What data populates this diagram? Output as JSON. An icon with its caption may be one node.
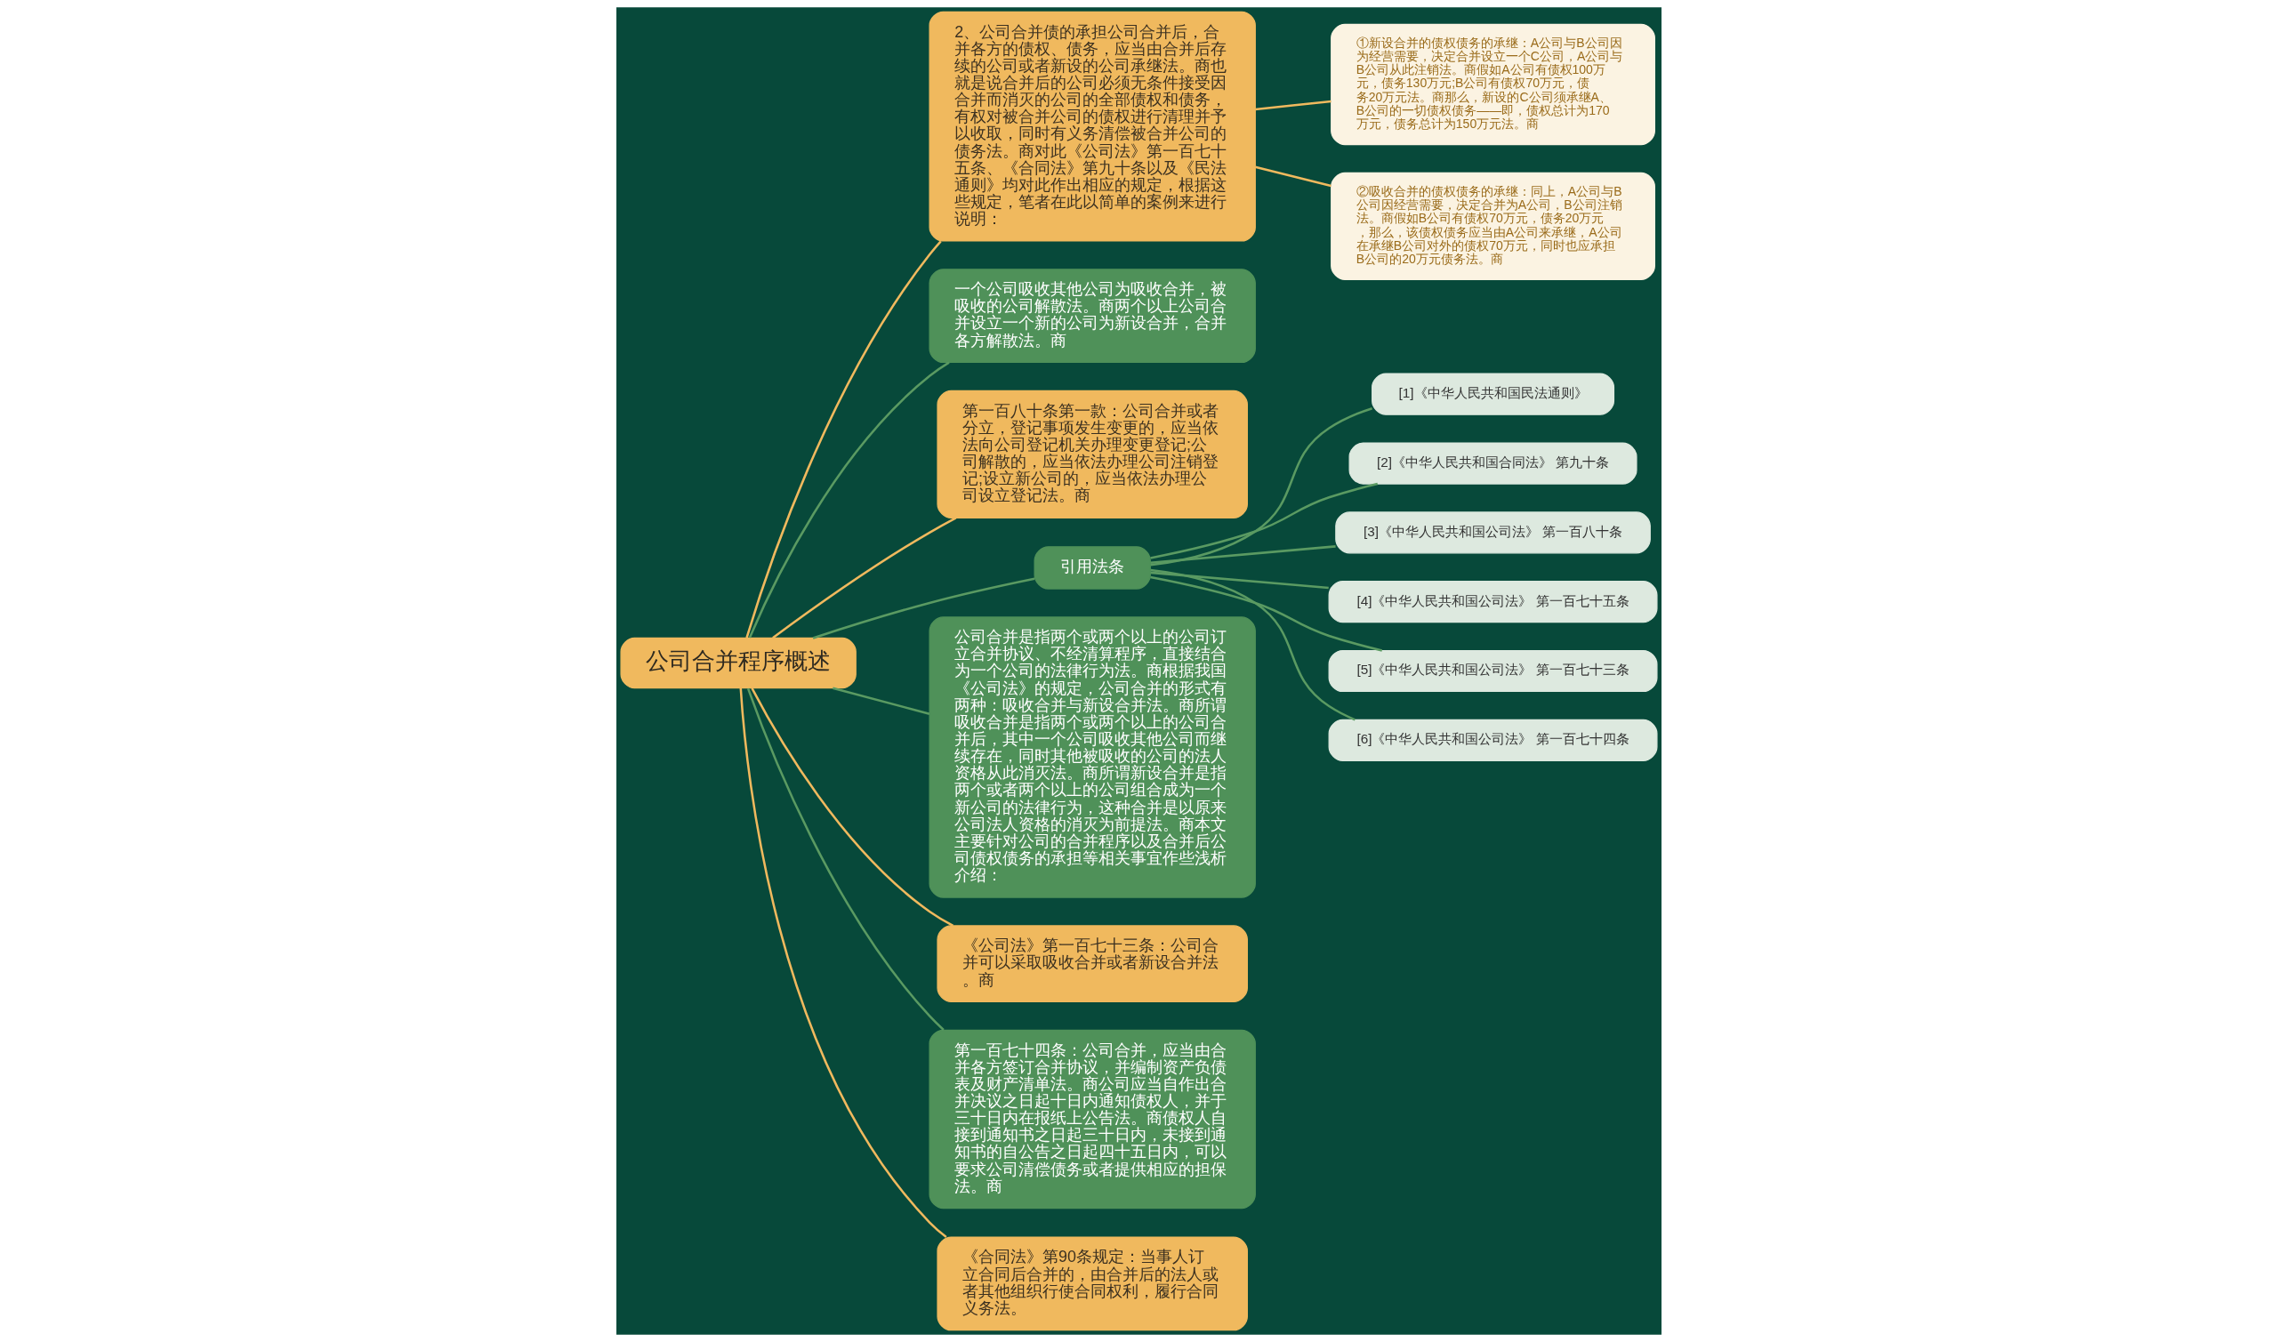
{
  "diagram": {
    "nodes": [
      {
        "text": [
          "公司合并程序概述"
        ]
      },
      {
        "text": [
          "2、公司合并债的承担公司合并后，合并各方的债权、债务，应当由合并后存续的公司或者新设的公司承继法。商也就是说合并后的公司必须无条件接受因合并而消灭的公司的全部债权和债务，有权对被合并公司的债权进行清理并予以收取，同时有义务清偿被合并公司的债务法。商对此《公司法》第一百七十五条、《合同法》第九十条以及《民法通则》均对此作出相应的规定，根据这些规定，笔者在此以简单的案例来进行说明："
        ]
      },
      {
        "text": [
          "①新设合并的债权债务的承继：A公司与B公司因为经营需要，决定合并设立一个C公司，A公司与B公司从此注销法。商假如A公司有债权100万元，债务130万元;B公司有债权70万元，债务20万元法。商那么，新设的C公司须承继A、B公司的一切债权债务——即，债权总计为170万元，债务总计为150万元法。商"
        ]
      },
      {
        "text": [
          "②吸收合并的债权债务的承继：同上，A公司与B公司因经营需要，决定合并为A公司，B公司注销法。商假如B公司有债权70万元，债务20万元，那么，该债权债务应当由A公司来承继，A公司在承继B公司对外的债权70万元，同时也应承担B公司的20万元债务法。商"
        ]
      },
      {
        "text": [
          "一个公司吸收其他公司为吸收合并，被吸收的公司解散法。商两个以上公司合并设立一个新的公司为新设合并，合并各方解散法。商"
        ]
      },
      {
        "text": [
          "第一百八十条第一款：公司合并或者分立，登记事项发生变更的，应当依法向公司登记机关办理变更登记;公司解散的，应当依法办理公司注销登记;设立新公司的，应当依法办理公司设立登记法。商"
        ]
      },
      {
        "text": [
          "引用法条"
        ]
      },
      {
        "text": [
          "[1]《中华人民共和国民法通则》"
        ]
      },
      {
        "text": [
          "[2]《中华人民共和国合同法》 第九十条"
        ]
      },
      {
        "text": [
          "[3]《中华人民共和国公司法》 第一百八十条"
        ]
      },
      {
        "text": [
          "[4]《中华人民共和国公司法》 第一百七十五条"
        ]
      },
      {
        "text": [
          "[5]《中华人民共和国公司法》 第一百七十三条"
        ]
      },
      {
        "text": [
          "[6]《中华人民共和国公司法》 第一百七十四条"
        ]
      },
      {
        "text": [
          "公司合并是指两个或两个以上的公司订立合并协议、不经清算程序，直接结合为一个公司的法律行为法。商根据我国《公司法》的规定，公司合并的形式有两种：吸收合并与新设合并法。商所谓吸收合并是指两个或两个以上的公司合并后，其中一个公司吸收其他公司而继续存在，同时其他被吸收的公司的法人资格从此消灭法。商所谓新设合并是指两个或者两个以上的公司组合成为一个新公司的法律行为，这种合并是以原来公司法人资格的消灭为前提法。商本文主要针对公司的合并程序以及合并后公司债权债务的承担等相关事宜作些浅析介绍："
        ]
      },
      {
        "text": [
          "《公司法》第一百七十三条：公司合并可以采取吸收合并或者新设合并法。商"
        ]
      },
      {
        "text": [
          "第一百七十四条：公司合并，应当由合并各方签订合并协议，并编制资产负债表及财产清单法。商公司应当自作出合并决议之日起十日内通知债权人，并于三十日内在报纸上公告法。商债权人自接到通知书之日起三十日内，未接到通知书的自公告之日起四十五日内，可以要求公司清偿债务或者提供相应的担保法。商"
        ]
      },
      {
        "text": [
          "《合同法》第90条规定：当事人订立合同后合并的，由合并后的法人或者其他组织行使合同权利，履行合同义务法。"
        ]
      }
    ],
    "edges": [
      {
        "from": 0,
        "to": 1,
        "arrow": "none",
        "color": "#f0b95e"
      },
      {
        "from": 1,
        "to": 2,
        "arrow": "none",
        "color": "#f0b95e"
      },
      {
        "from": 1,
        "to": 3,
        "arrow": "none",
        "color": "#f0b95e"
      },
      {
        "from": 0,
        "to": 4,
        "arrow": "none"
      },
      {
        "from": 0,
        "to": 5,
        "arrow": "none",
        "color": "#f0b95e"
      },
      {
        "from": 0,
        "to": 6,
        "arrow": "none"
      },
      {
        "from": 6,
        "to": 7,
        "arrow": "none"
      },
      {
        "from": 6,
        "to": 8,
        "arrow": "none"
      },
      {
        "from": 6,
        "to": 9,
        "arrow": "none"
      },
      {
        "from": 6,
        "to": 10,
        "arrow": "none"
      },
      {
        "from": 6,
        "to": 11,
        "arrow": "none"
      },
      {
        "from": 6,
        "to": 12,
        "arrow": "none"
      },
      {
        "from": 0,
        "to": 13,
        "arrow": "none"
      },
      {
        "from": 0,
        "to": 14,
        "arrow": "none",
        "color": "#f0b95e"
      },
      {
        "from": 0,
        "to": 15,
        "arrow": "none"
      },
      {
        "from": 0,
        "to": 16,
        "arrow": "none",
        "color": "#f0b95e"
      }
    ]
  }
}
